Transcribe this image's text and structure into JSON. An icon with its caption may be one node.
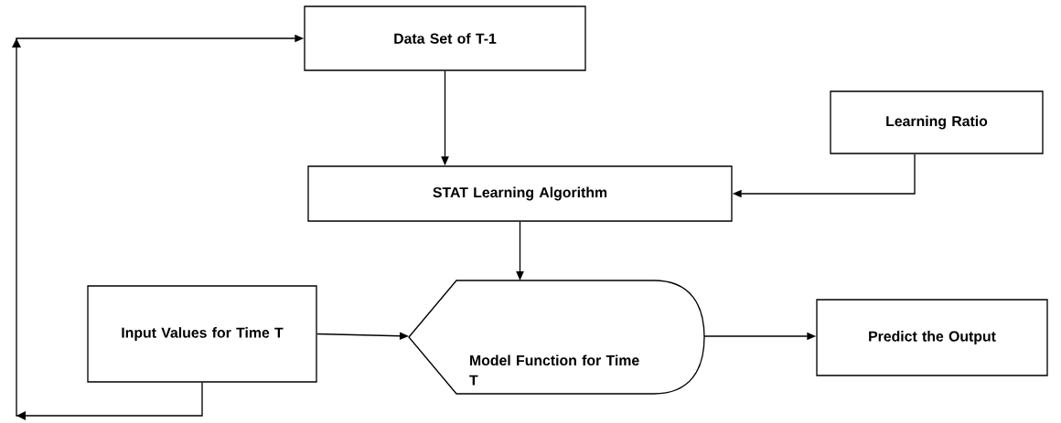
{
  "diagram": {
    "nodes": [
      {
        "text": [
          "Data Set of T-1"
        ]
      },
      {
        "text": [
          "Learning Ratio"
        ]
      },
      {
        "text": [
          "STAT Learning Algorithm"
        ]
      },
      {
        "text": [
          "Input Values for Time T"
        ]
      },
      {
        "text": [
          "Model Function for Time T"
        ]
      },
      {
        "text": [
          "Predict the Output"
        ]
      }
    ],
    "edges": [
      {
        "from": 0,
        "to": 2,
        "arrow": "to"
      },
      {
        "from": 1,
        "to": 2,
        "arrow": "to"
      },
      {
        "from": 2,
        "to": 4,
        "arrow": "to"
      },
      {
        "from": 3,
        "to": 4,
        "arrow": "to"
      },
      {
        "from": 4,
        "to": 5,
        "arrow": "to"
      },
      {
        "from": 3,
        "to": 0,
        "arrow": "to"
      }
    ]
  }
}
